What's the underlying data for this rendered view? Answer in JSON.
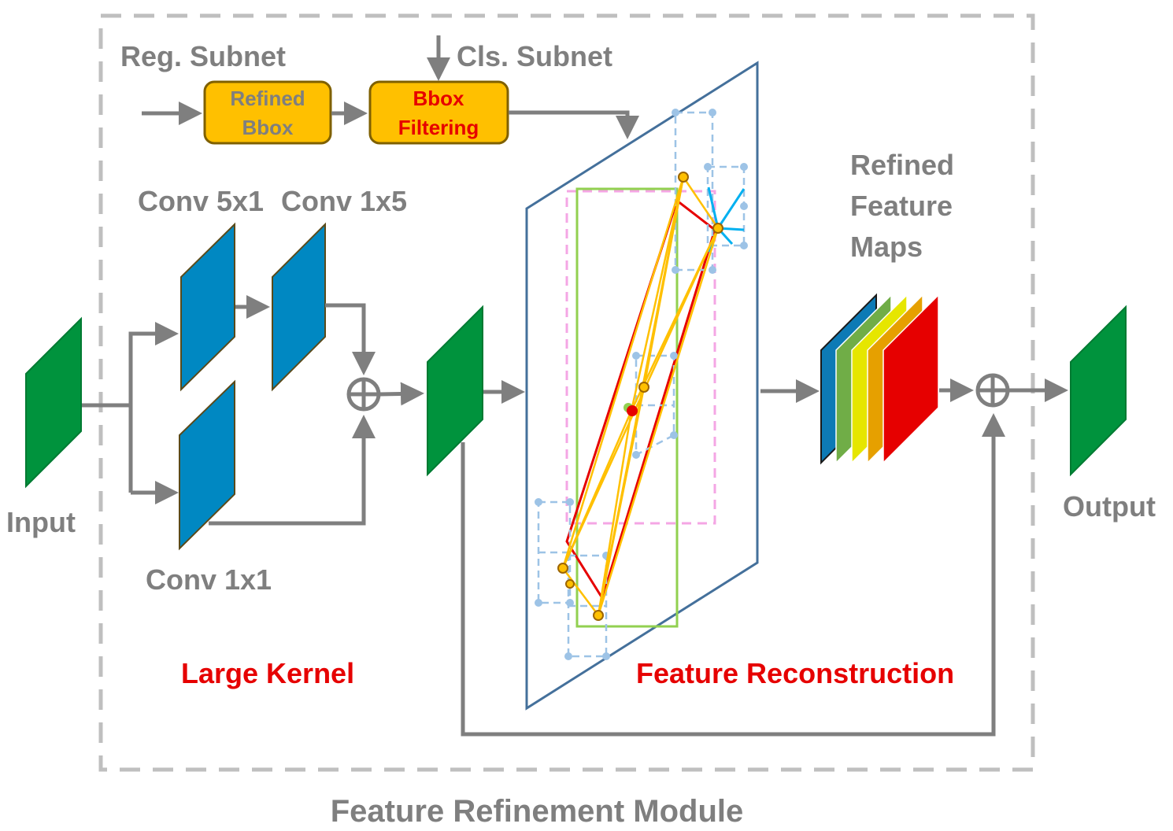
{
  "module": {
    "title": "Feature Refinement Module"
  },
  "inputs": {
    "input_label": "Input",
    "output_label": "Output"
  },
  "top_branch": {
    "reg_subnet": "Reg. Subnet",
    "cls_subnet": "Cls. Subnet",
    "refined_bbox_line1": "Refined",
    "refined_bbox_line2": "Bbox",
    "bbox_filtering_line1": "Bbox",
    "bbox_filtering_line2": "Filtering"
  },
  "large_kernel": {
    "section_label": "Large Kernel",
    "conv_5x1": "Conv 5x1",
    "conv_1x5": "Conv 1x5",
    "conv_1x1": "Conv 1x1"
  },
  "feature_reconstruction": {
    "section_label": "Feature Reconstruction"
  },
  "refined_maps": {
    "line1": "Refined",
    "line2": "Feature",
    "line3": "Maps"
  },
  "colors": {
    "feature_green": "#00933d",
    "conv_blue": "#0088c2",
    "arrow_gray": "#7f7f7f",
    "box_yellow": "#ffc000",
    "accent_red": "#e60000",
    "plane_border": "#44709b"
  }
}
